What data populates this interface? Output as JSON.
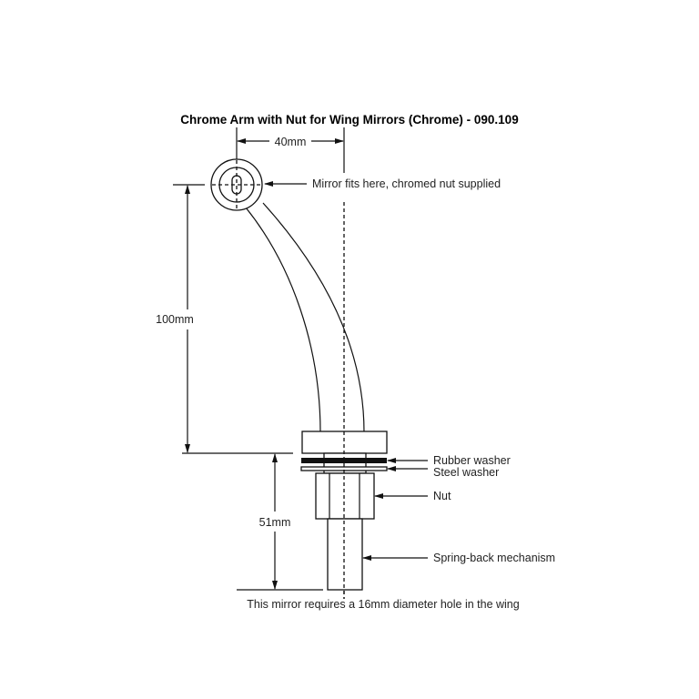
{
  "title": "Chrome Arm with Nut for Wing Mirrors (Chrome) - 090.109",
  "dimensions": {
    "offset": "40mm",
    "arm_height": "100mm",
    "mount_length": "51mm"
  },
  "callouts": {
    "mirror": "Mirror fits here, chromed nut supplied",
    "rubber_washer": "Rubber washer",
    "steel_washer": "Steel washer",
    "nut": "Nut",
    "spring": "Spring-back mechanism"
  },
  "note": "This mirror requires a 16mm diameter hole in the wing"
}
